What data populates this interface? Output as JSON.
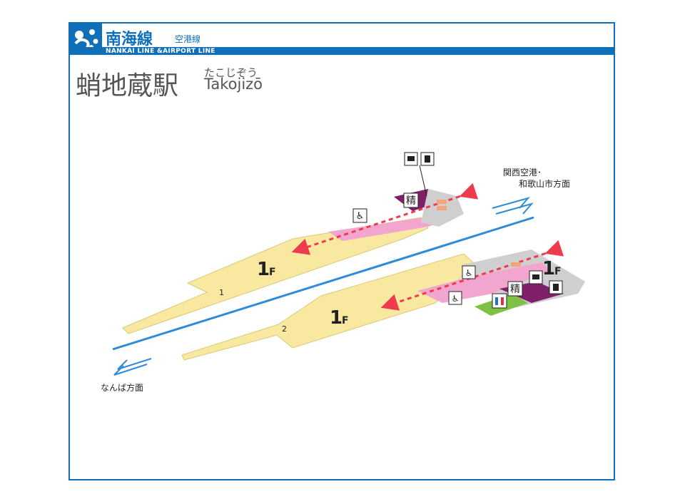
{
  "header": {
    "line_name": "南海線",
    "sub_line": "空港線",
    "line_name_en": "NANKAI LINE &AIRPORT LINE",
    "logo": "nankai-logo"
  },
  "station": {
    "name_kanji": "蛸地蔵駅",
    "name_kana": "たこじぞう",
    "name_romaji": "Takojizō"
  },
  "map": {
    "floor_upper": "1",
    "floor_lower": "1",
    "floor_suffix": "F",
    "floor_gate": "1",
    "platform_1": "1",
    "platform_2": "2",
    "direction_up_line1": "関西空港･",
    "direction_up_line2": "和歌山市方面",
    "direction_down": "なんば方面",
    "fare_adjust_label": "精",
    "icons": [
      "ticket-office-icon",
      "ticket-machine-icon",
      "wheelchair-icon",
      "fare-adjustment-icon",
      "toilet-icon",
      "elevator-icon"
    ]
  },
  "colors": {
    "brand_blue": "#0f6fb8",
    "platform": "#f9e8a0",
    "concourse": "#f2a6cf",
    "gate_area": "#80206a",
    "toilet": "#7dc242",
    "route_arrow": "#ef3b4e"
  }
}
